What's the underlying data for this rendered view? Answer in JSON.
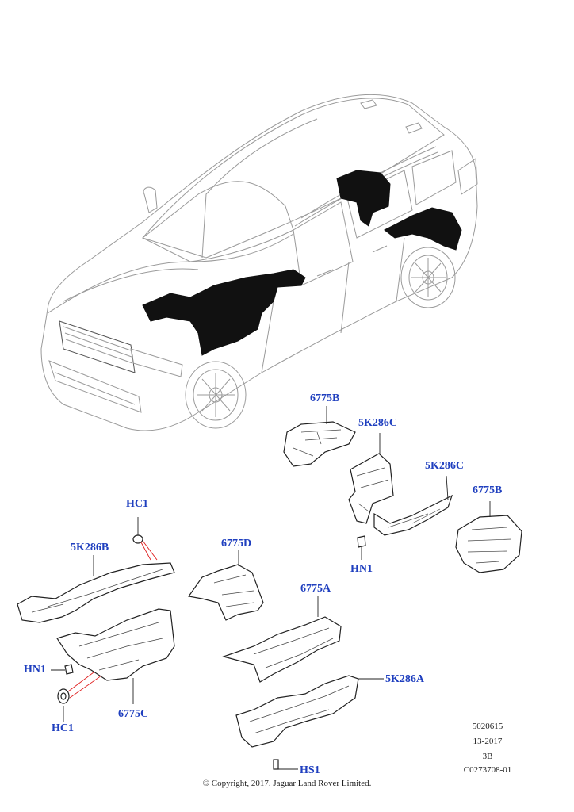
{
  "callouts": {
    "c_6775B_top": "6775B",
    "c_5K286C_mid": "5K286C",
    "c_5K286C_right": "5K286C",
    "c_6775B_right": "6775B",
    "c_HN1_right": "HN1",
    "c_HC1_top": "HC1",
    "c_5K286B": "5K286B",
    "c_6775D": "6775D",
    "c_6775A": "6775A",
    "c_HN1_left": "HN1",
    "c_HC1_bottom": "HC1",
    "c_6775C": "6775C",
    "c_5K286A": "5K286A",
    "c_HS1": "HS1"
  },
  "reference": {
    "line1": "5020615",
    "line2": "13-2017",
    "line3": "3B",
    "line4": "C0273708-01"
  },
  "copyright": "© Copyright, 2017. Jaguar Land Rover Limited."
}
